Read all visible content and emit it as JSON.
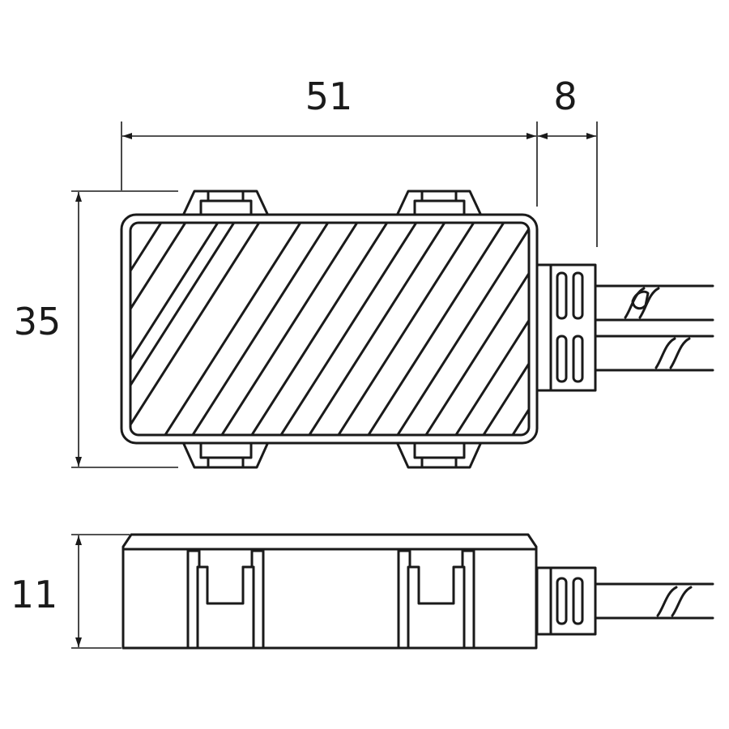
{
  "dimensions": {
    "length": "51",
    "cable_exit": "8",
    "width": "35",
    "height": "11"
  }
}
